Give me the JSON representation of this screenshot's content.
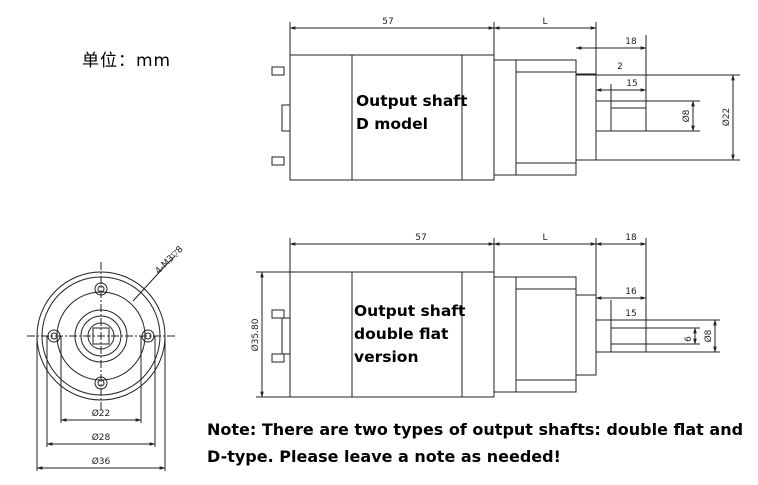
{
  "unit_label": "单位：mm",
  "top_view": {
    "label_line1": "Output shaft",
    "label_line2": "D model",
    "dims": {
      "body": "57",
      "gear": "L",
      "shaft": "18",
      "step": "2",
      "flat": "15",
      "shaft_dia": "Ø8",
      "boss_dia": "Ø22"
    }
  },
  "bottom_view": {
    "label_line1": "Output shaft",
    "label_line2": "double flat",
    "label_line3": "version",
    "dims": {
      "body": "57",
      "gear": "L",
      "shaft": "18",
      "flat_len": "16",
      "flat": "15",
      "body_dia": "Ø35.80",
      "across_flats": "6",
      "shaft_dia": "Ø8"
    }
  },
  "end_view": {
    "holes": "4-M3▽8",
    "dims": {
      "d22": "Ø22",
      "d28": "Ø28",
      "d36": "Ø36"
    }
  },
  "note": "Note: There are two types of output shafts: double flat and D-type. Please leave a note as needed!"
}
